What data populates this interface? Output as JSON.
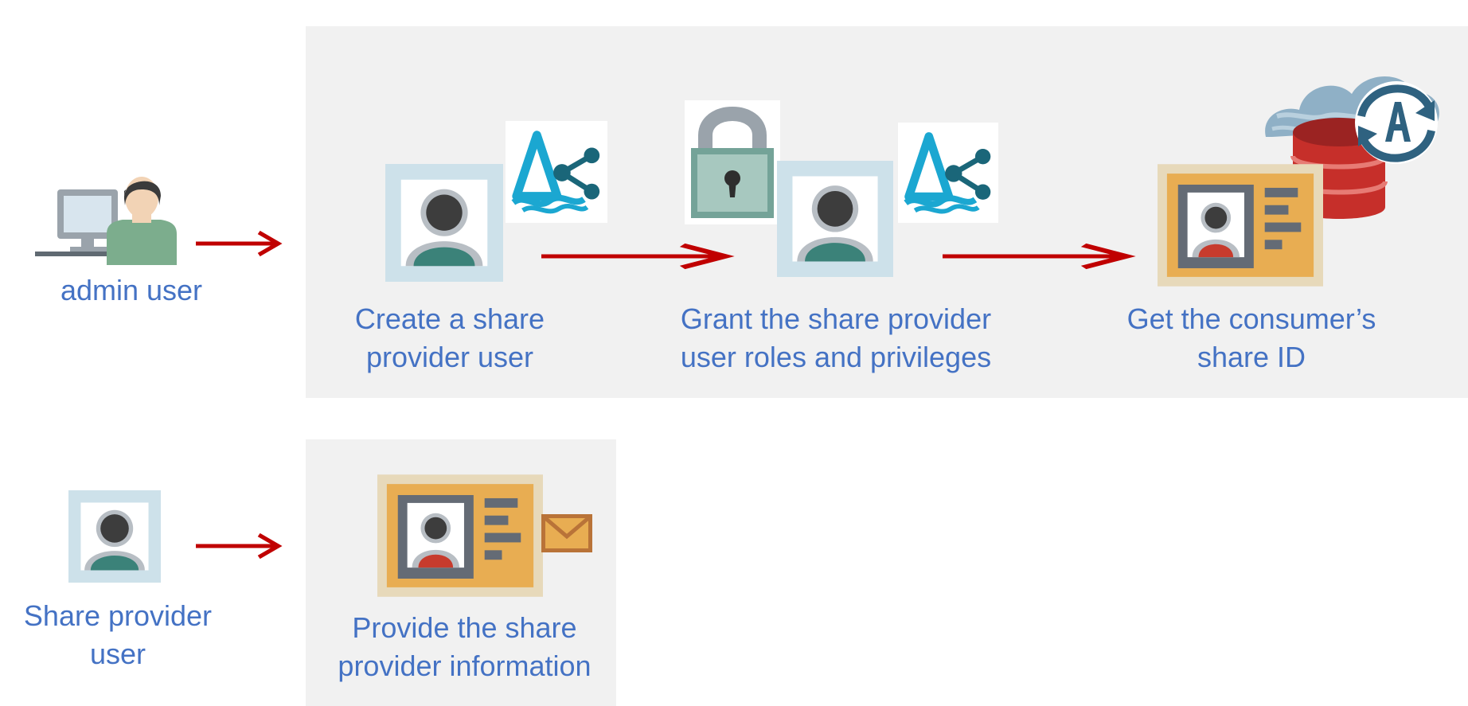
{
  "top_row": {
    "actor_label": "admin user",
    "steps": [
      {
        "label_line1": "Create a share",
        "label_line2": "provider user"
      },
      {
        "label_line1": "Grant the share provider",
        "label_line2": "user roles and privileges"
      },
      {
        "label_line1": "Get the consumer’s",
        "label_line2": "share ID"
      }
    ]
  },
  "bottom_row": {
    "actor_label_line1": "Share provider",
    "actor_label_line2": "user",
    "steps": [
      {
        "label_line1": "Provide the share",
        "label_line2": "provider information"
      }
    ]
  },
  "icons": {
    "admin": "admin-at-computer-icon",
    "user": "user-avatar-icon",
    "share": "data-share-icon",
    "lock": "padlock-icon",
    "idcard": "id-card-icon",
    "database": "autonomous-database-icon",
    "envelope": "envelope-icon",
    "arrow": "right-arrow-icon"
  },
  "colors": {
    "label_text": "#4472c4",
    "arrow": "#c00000",
    "panel_bg": "#f1f1f1"
  }
}
